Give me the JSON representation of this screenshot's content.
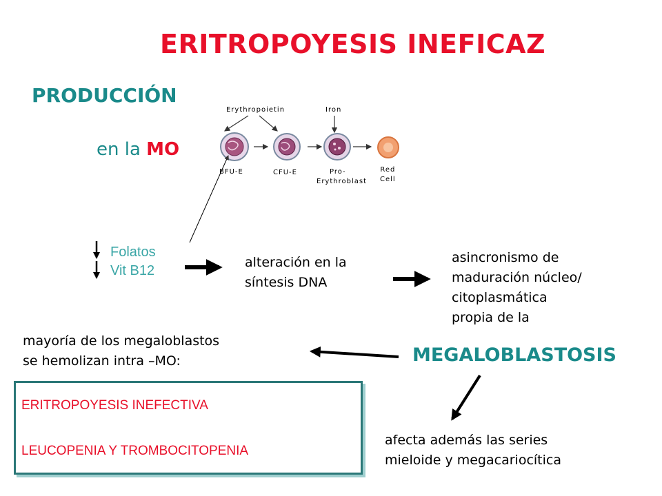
{
  "title": "ERITROPOYESIS INEFICAZ",
  "produccion": "PRODUCCIÓN",
  "en_la": "en la",
  "mo": "MO",
  "diagram": {
    "erythropoietin": "Erythropoietin",
    "iron": "Iron",
    "bfu": "BFU-E",
    "cfu": "CFU-E",
    "pro": "Pro-",
    "erythroblast": "Erythroblast",
    "red": "Red",
    "cell": "Cell"
  },
  "folatos": "Folatos",
  "vitb12": "Vit B12",
  "alteracion": [
    "alteración en la",
    "síntesis DNA"
  ],
  "asincronismo": [
    "asincronismo de",
    "maduración núcleo/",
    "citoplasmática",
    "propia de la"
  ],
  "megaloblastosis": "MEGALOBLASTOSIS",
  "mayoria": [
    "mayoría de los megaloblastos",
    "se hemolizan intra –MO:"
  ],
  "box": {
    "line1": "ERITROPOYESIS INEFECTIVA",
    "line2": "LEUCOPENIA Y TROMBOCITOPENIA"
  },
  "afecta": [
    "afecta además las series",
    "mieloide y megacariocítica"
  ],
  "colors": {
    "red": "#e8102a",
    "teal": "#1a8a8a"
  }
}
